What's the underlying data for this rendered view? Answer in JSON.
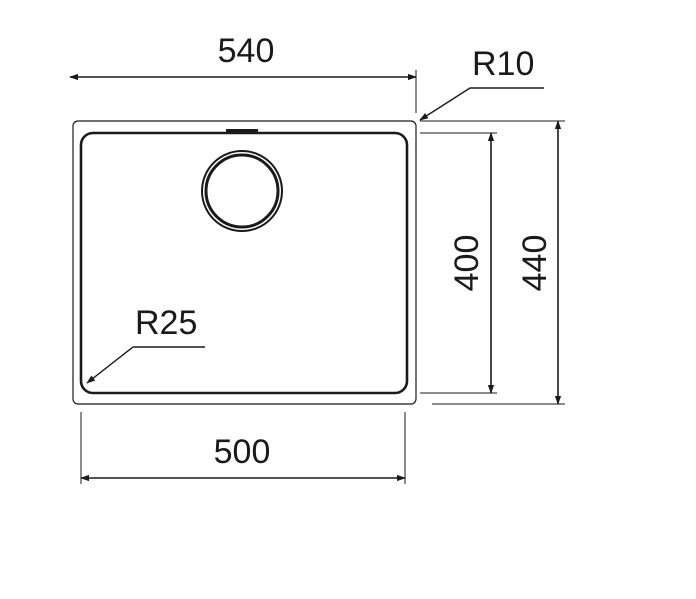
{
  "dimensions": {
    "outer_width": "540",
    "inner_width": "500",
    "inner_height": "400",
    "outer_height": "440",
    "outer_corner_radius": "R10",
    "inner_corner_radius": "R25"
  },
  "colors": {
    "ink": "#1a1a1a",
    "background": "#ffffff"
  }
}
